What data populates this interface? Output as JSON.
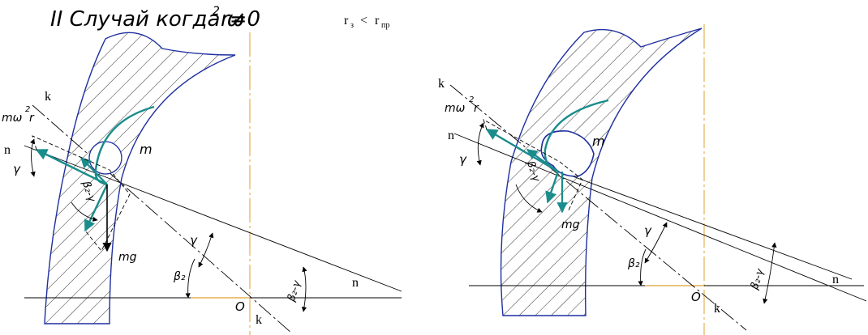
{
  "title": {
    "prefix": "II Случай когда ω",
    "sup": "2",
    "suffix": "r≠0"
  },
  "condition": {
    "r3": "r",
    "r3_sub": "з",
    "lt": "<",
    "rpr": "r",
    "rpr_sub": "пр"
  },
  "left": {
    "k_top": "k",
    "n_left": "n",
    "mw2r": "mω",
    "mw2r_sup": "2",
    "mw2r_r": "r",
    "gamma_left": "γ",
    "m": "m",
    "beta_minus_gamma_inner": "β₂-γ",
    "mg": "mg",
    "gamma_mid": "γ",
    "beta2": "β₂",
    "beta_minus_gamma_right": "β₂-γ",
    "n_right": "n",
    "O": "O",
    "k_bottom": "k"
  },
  "right": {
    "k_top": "k",
    "n_left": "n",
    "mw2r": "mω",
    "mw2r_sup": "2",
    "mw2r_r": "r",
    "gamma_left": "γ",
    "m": "m",
    "beta_minus_gamma_inner": "β₂-γ",
    "mg": "mg",
    "gamma_mid": "γ",
    "beta2": "β₂",
    "beta_minus_gamma_right": "β₂-γ",
    "n_right": "n",
    "O": "O",
    "k_bottom": "k"
  },
  "colors": {
    "outline": "#1f2fa0",
    "vector": "#1a8c8c",
    "axis": "#e0a030",
    "line": "#000000"
  }
}
